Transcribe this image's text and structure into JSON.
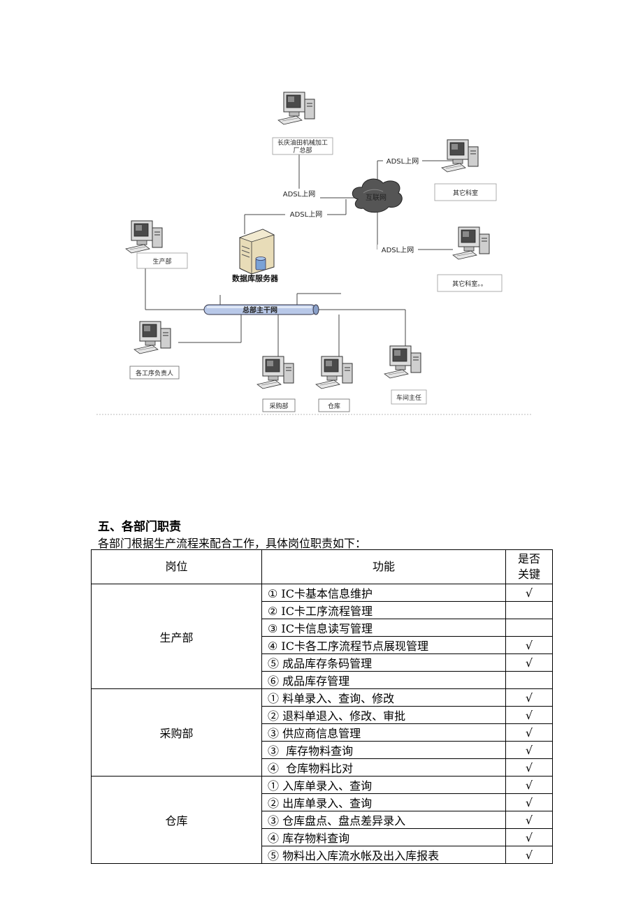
{
  "diagram": {
    "hq_top_label": [
      "长庆油田机械加工",
      "厂总部"
    ],
    "adsl_left": "ADSL上网",
    "adsl_mid": "ADSL上网",
    "adsl_top_right": "ADSL上网",
    "adsl_bottom_right": "ADSL上网",
    "internet": "互联网",
    "other_office_1": "其它科室",
    "other_office_2": "其它科室。。",
    "db_server": "数据库服务器",
    "backbone": "总部主干网",
    "production": "生产部",
    "process_leader": "各工序负责人",
    "purchasing": "采购部",
    "warehouse": "仓库",
    "workshop_director": "车间主任"
  },
  "section": {
    "title": "五、各部门职责",
    "intro": "各部门根据生产流程来配合工作，具体岗位职责如下："
  },
  "table": {
    "headers": {
      "position": "岗位",
      "function": "功能",
      "key_line1": "是否",
      "key_line2": "关键"
    },
    "groups": [
      {
        "dept": "生产部",
        "rows": [
          {
            "func": "① IC卡基本信息维护",
            "key": "√"
          },
          {
            "func": "② IC卡工序流程管理",
            "key": ""
          },
          {
            "func": "③ IC卡信息读写管理",
            "key": ""
          },
          {
            "func": "④ IC卡各工序流程节点展现管理",
            "key": "√"
          },
          {
            "func": "⑤ 成品库存条码管理",
            "key": "√"
          },
          {
            "func": "⑥ 成品库存管理",
            "key": ""
          }
        ]
      },
      {
        "dept": "采购部",
        "rows": [
          {
            "func": "① 料单录入、查询、修改",
            "key": "√"
          },
          {
            "func": "② 退料单退入、修改、审批",
            "key": "√"
          },
          {
            "func": "③ 供应商信息管理",
            "key": "√"
          },
          {
            "func": "③  库存物料查询",
            "key": "√"
          },
          {
            "func": "④  仓库物料比对",
            "key": "√"
          }
        ]
      },
      {
        "dept": "仓库",
        "rows": [
          {
            "func": "① 入库单录入、查询",
            "key": "√"
          },
          {
            "func": "② 出库单录入、查询",
            "key": "√"
          },
          {
            "func": "③ 仓库盘点、盘点差异录入",
            "key": "√"
          },
          {
            "func": "④ 库存物料查询",
            "key": "√"
          },
          {
            "func": "⑤ 物料出入库流水帐及出入库报表",
            "key": "√"
          }
        ]
      }
    ]
  }
}
